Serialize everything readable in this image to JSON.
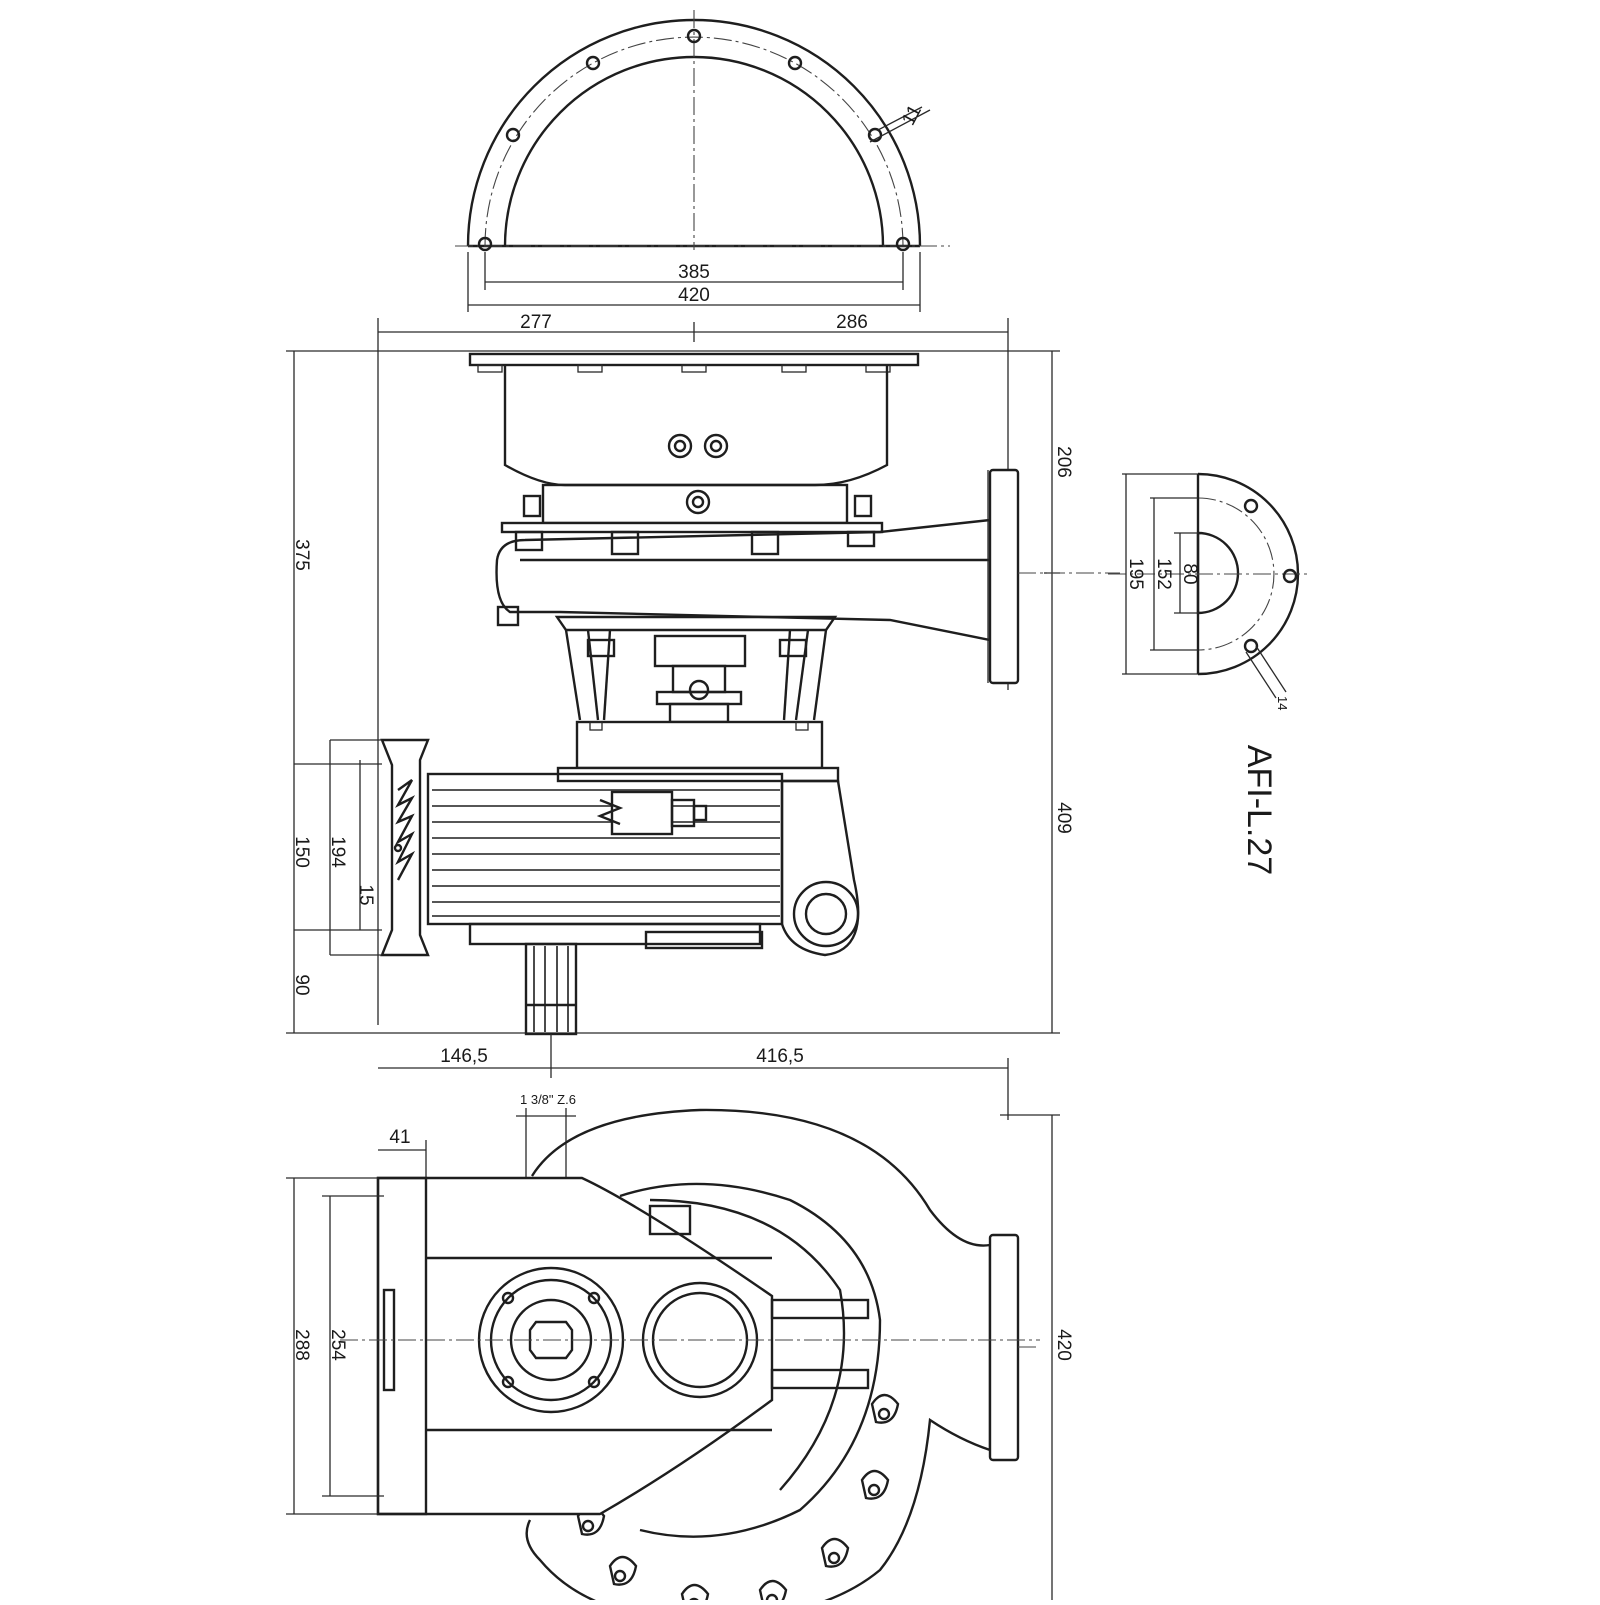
{
  "drawing": {
    "model_label": "AFI-L.27",
    "dimensions": {
      "top_flange_bolt_circle": "385",
      "top_flange_outer": "420",
      "top_hole": "11",
      "left_offset_top": "277",
      "right_offset_top": "286",
      "total_height_left": "375",
      "upper_height_right": "206",
      "lower_height_right": "409",
      "motor_flange_150": "150",
      "motor_flange_194": "194",
      "motor_flange_15": "15",
      "shaft_height": "90",
      "left_offset_bottom": "146,5",
      "right_offset_bottom": "416,5",
      "shaft_spec": "1 3/8\" Z.6",
      "plan_offset": "41",
      "plan_height_288": "288",
      "plan_height_254": "254",
      "plan_total_420": "420",
      "outlet_inner": "80",
      "outlet_bolt_circle": "152",
      "outlet_outer": "195",
      "outlet_hole": "14"
    }
  }
}
